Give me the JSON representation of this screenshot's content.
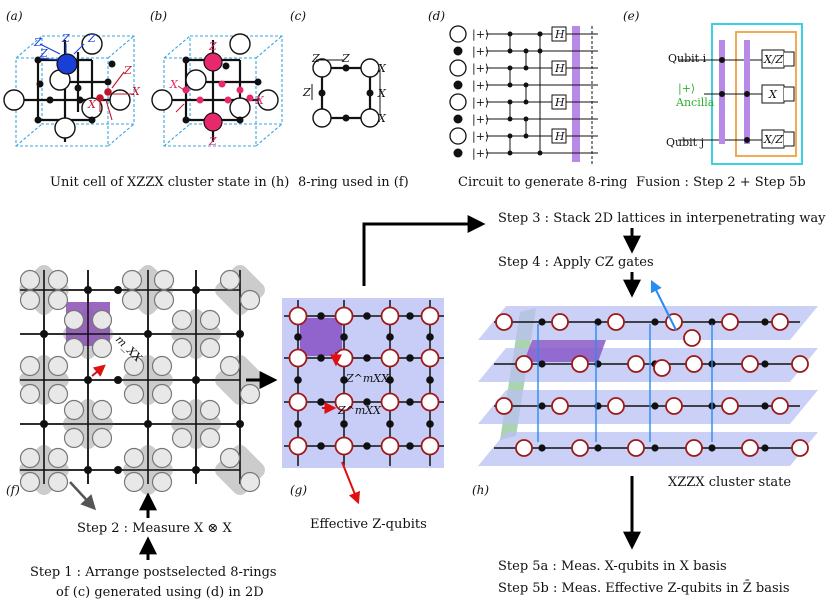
{
  "panel_labels": {
    "a": "(a)",
    "b": "(b)",
    "c": "(c)",
    "d": "(d)",
    "e": "(e)",
    "f": "(f)",
    "g": "(g)",
    "h": "(h)"
  },
  "captions": {
    "a_b": "Unit cell of XZZX cluster state in (h)",
    "c": "8-ring used in (f)",
    "d": "Circuit to generate 8-ring",
    "e": "Fusion : Step 2 + Step 5b"
  },
  "steps": {
    "step1_line1": "Step 1 : Arrange postselected 8-rings",
    "step1_line2": "of (c) generated using (d) in 2D",
    "step2": "Step 2 : Measure X ⊗ X",
    "step3": "Step 3 : Stack 2D lattices in interpenetrating way",
    "step4": "Step 4 : Apply CZ gates",
    "step5a": "Step 5a : Meas. X-qubits in X basis",
    "step5b": "Step 5b : Meas. Effective Z-qubits in Z̄ basis"
  },
  "labels": {
    "effective_z": "Effective Z-qubits",
    "xzzx_state": "XZZX cluster state",
    "m_xx": "m_XX",
    "z_mxx_1": "Z^mXX",
    "z_mxx_2": "Z^mXX"
  },
  "ring_labels": {
    "z1": "Z",
    "z2": "Z",
    "z3": "Z",
    "x1": "X",
    "x2": "X",
    "x3": "X"
  },
  "circuit": {
    "ket": "|+⟩",
    "h_gate": "H"
  },
  "fusion": {
    "qubit_i": "Qubit i",
    "ancilla_ket": "|+⟩",
    "ancilla": "Ancilla",
    "qubit_j": "Qubit j",
    "gate_xz_top": "X/Z",
    "gate_x": "X",
    "gate_xz_bottom": "X/Z"
  },
  "cell_labels": {
    "z_a1": "Z",
    "z_a2": "Z",
    "z_a3": "Z",
    "z_a4": "Z",
    "x_a1": "X",
    "x_a2": "X",
    "z_a5": "Z",
    "z_b1": "Z",
    "x_b1": "X",
    "x_b2": "X",
    "z_b2": "Z"
  },
  "colors": {
    "blue_qubit": "#1a3fd6",
    "red_qubit": "#e8286d",
    "dashed_cube": "#3aa6e0",
    "ancilla_green": "#2fae2f",
    "lattice_blue": "#c8cdf7",
    "purple": "#9058b8",
    "gray_ring": "#c6c6c6",
    "ring_circle_border": "#a01818",
    "arrow_red": "#e01010"
  }
}
